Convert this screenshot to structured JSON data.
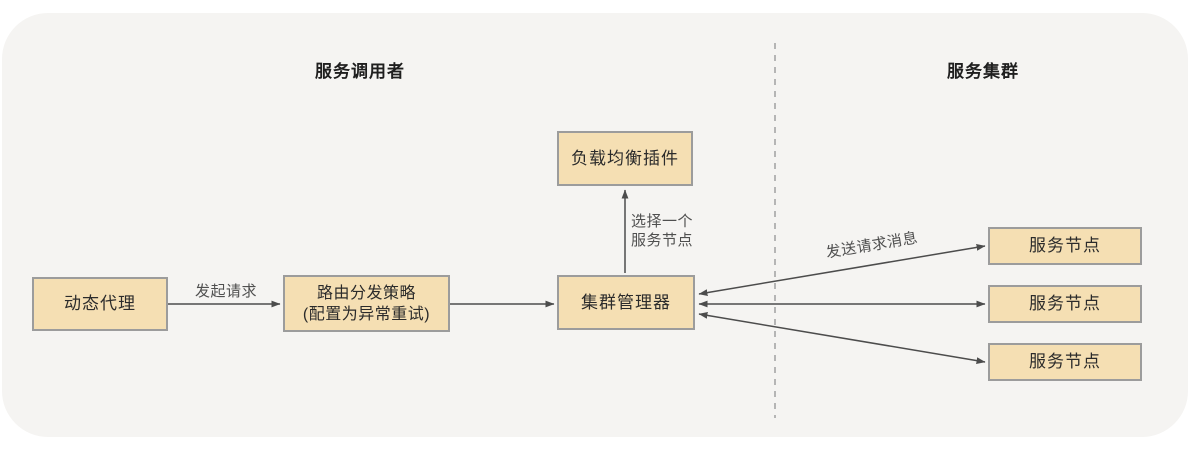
{
  "diagram": {
    "titles": {
      "left": "服务调用者",
      "right": "服务集群"
    },
    "nodes": {
      "dynamic_proxy": "动态代理",
      "routing_strategy_line1": "路由分发策略",
      "routing_strategy_line2": "(配置为异常重试)",
      "cluster_manager": "集群管理器",
      "load_balancer_plugin": "负载均衡插件",
      "service_nodes": [
        "服务节点",
        "服务节点",
        "服务节点"
      ]
    },
    "edge_labels": {
      "initiate_request": "发起请求",
      "select_node_line1": "选择一个",
      "select_node_line2": "服务节点",
      "send_request_message": "发送请求消息"
    },
    "colors": {
      "card_background": "#f5f4f2",
      "node_fill": "#f5dfb3",
      "node_border": "#9c9c9c",
      "arrow": "#4c4c4c",
      "divider_dash": "#b5b5b5",
      "node_text": "#2b2b2b",
      "edge_label_text": "#4f4f4f"
    }
  }
}
